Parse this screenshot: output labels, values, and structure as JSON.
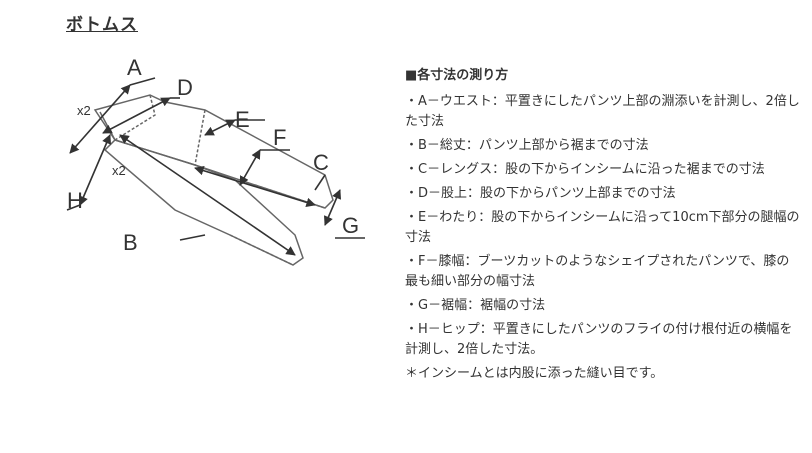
{
  "title": "ボトムス",
  "diagram": {
    "labels": {
      "A": "A",
      "B": "B",
      "C": "C",
      "D": "D",
      "E": "E",
      "F": "F",
      "G": "G",
      "H": "H"
    },
    "x2_top": "x2",
    "x2_mid": "x2"
  },
  "info": {
    "heading": "■各寸法の測り方",
    "items": [
      "・A－ウエスト：平置きにしたパンツ上部の淵添いを計測し、2倍した寸法",
      "・B－総丈：パンツ上部から裾までの寸法",
      "・C－レングス：股の下からインシームに沿った裾までの寸法",
      "・D－股上：股の下からパンツ上部までの寸法",
      "・E－わたり：股の下からインシームに沿って10cm下部分の腿幅の寸法",
      "・F－膝幅：ブーツカットのようなシェイプされたパンツで、膝の最も細い部分の幅寸法",
      "・G－裾幅：裾幅の寸法",
      "・H－ヒップ：平置きにしたパンツのフライの付け根付近の横幅を計測し、2倍した寸法。"
    ],
    "note": "＊インシームとは内股に添った縫い目です。"
  },
  "colors": {
    "text": "#333333",
    "line": "#333333",
    "outline": "#555555"
  }
}
